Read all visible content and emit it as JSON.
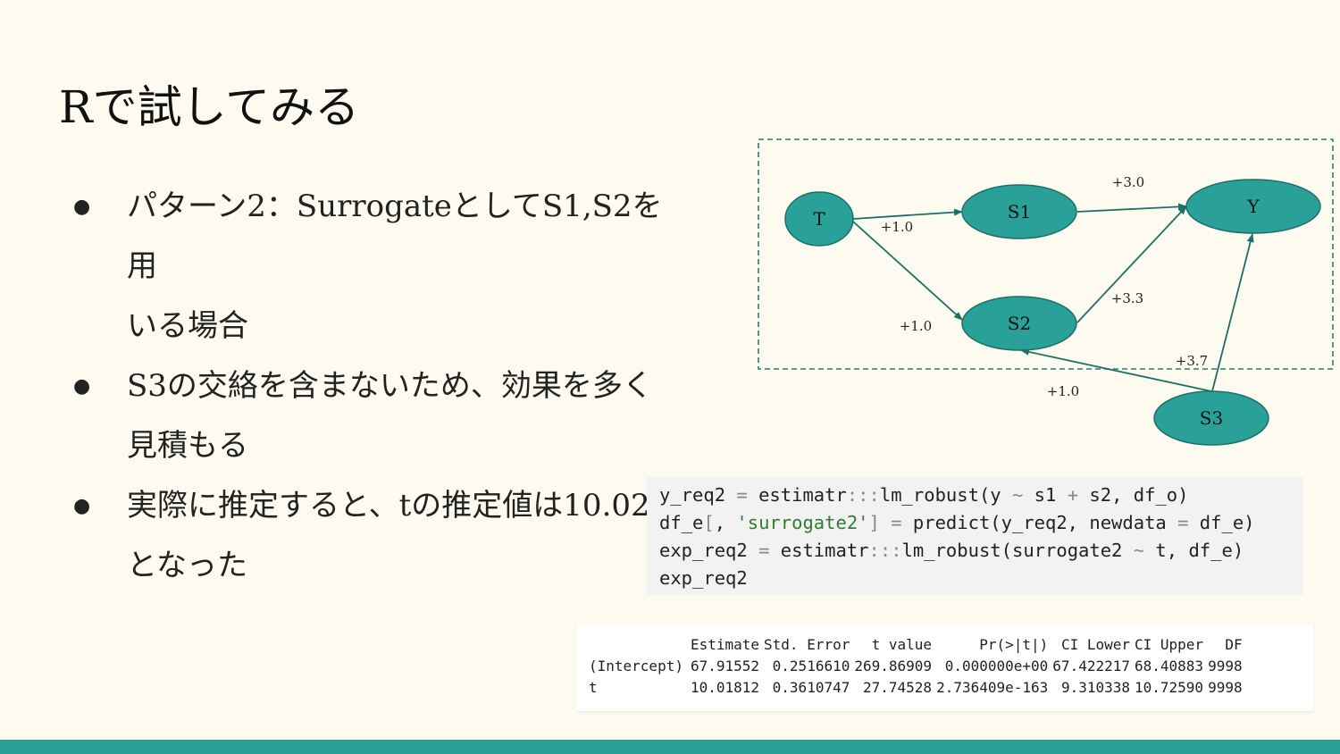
{
  "slide": {
    "title": "Rで試してみる",
    "bullets": [
      {
        "line1": "パターン2：SurrogateとしてS1,S2を用",
        "line2": "いる場合"
      },
      {
        "line1": "S3の交絡を含まないため、効果を多く",
        "line2": "見積もる"
      },
      {
        "line1": "実際に推定すると、tの推定値は10.02",
        "line2": "となった"
      }
    ]
  },
  "diagram": {
    "node_color": "#2aa198",
    "nodes": {
      "T": "T",
      "S1": "S1",
      "S2": "S2",
      "S3": "S3",
      "Y": "Y"
    },
    "edge_labels": {
      "T_S1": "+1.0",
      "T_S2": "+1.0",
      "S1_Y": "+3.0",
      "S2_Y": "+3.3",
      "S3_Y": "+3.7",
      "S3_S2": "+1.0"
    }
  },
  "code": {
    "lines": [
      "y_req2 = estimatr:::lm_robust(y ~ s1 + s2, df_o)",
      "df_e[, 'surrogate2'] = predict(y_req2, newdata = df_e)",
      "exp_req2 = estimatr:::lm_robust(surrogate2 ~ t, df_e)",
      "exp_req2"
    ]
  },
  "output": {
    "headers": [
      "",
      "Estimate",
      "Std. Error",
      "t value",
      "Pr(>|t|)",
      "CI Lower",
      "CI Upper",
      "DF"
    ],
    "rows": [
      [
        "(Intercept)",
        "67.91552",
        "0.2516610",
        "269.86909",
        "0.000000e+00",
        "67.422217",
        "68.40883",
        "9998"
      ],
      [
        "t",
        "10.01812",
        "0.3610747",
        "27.74528",
        "2.736409e-163",
        "9.310338",
        "10.72590",
        "9998"
      ]
    ]
  },
  "theme": {
    "accent": "#2aa198",
    "background": "#fdfaef"
  }
}
